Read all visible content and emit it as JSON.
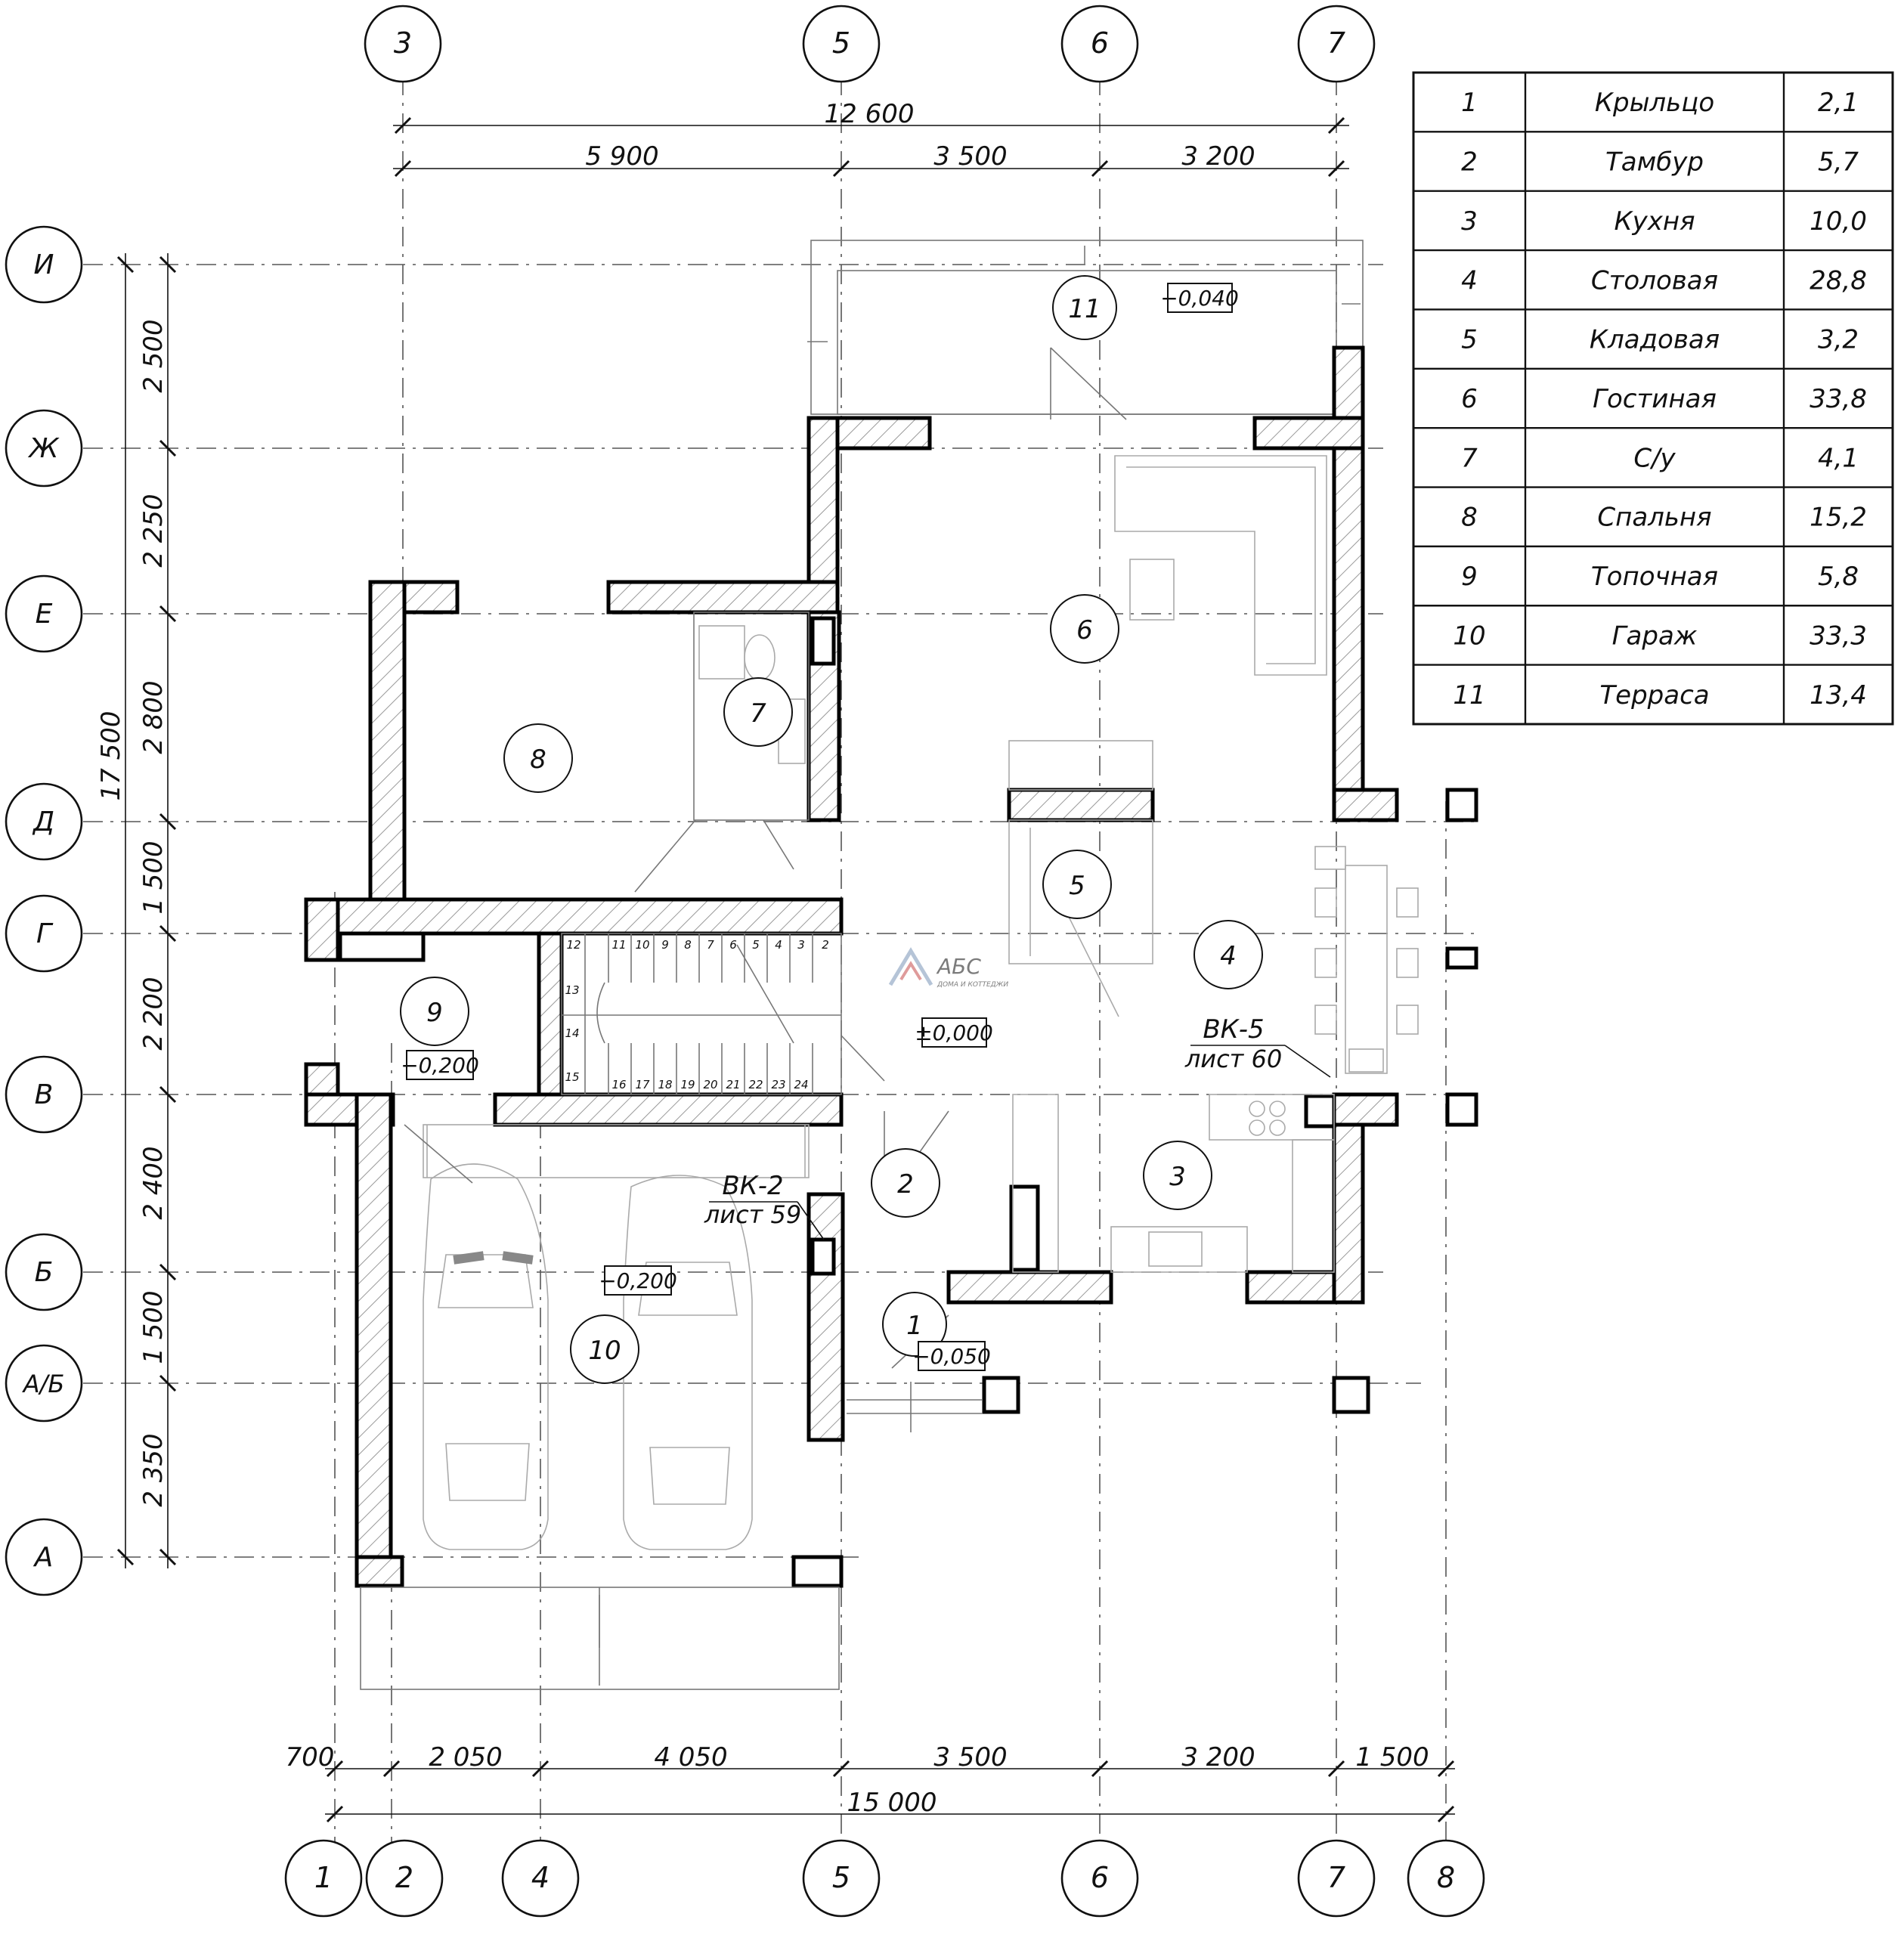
{
  "axes_top": [
    "3",
    "5",
    "6",
    "7"
  ],
  "axes_bottom": [
    "1",
    "2",
    "4",
    "5",
    "6",
    "7",
    "8"
  ],
  "axes_left": [
    "И",
    "Ж",
    "Е",
    "Д",
    "Г",
    "В",
    "Б",
    "А/Б",
    "А"
  ],
  "dims_top": {
    "overall": "12 600",
    "segments": [
      "5 900",
      "3 500",
      "3 200"
    ]
  },
  "dims_bottom": {
    "overall": "15 000",
    "segments": [
      "700",
      "2 050",
      "4 050",
      "3 500",
      "3 200",
      "1 500"
    ]
  },
  "dims_left": {
    "overall": "17 500",
    "segments": [
      "2 500",
      "2 250",
      "2 800",
      "1 500",
      "2 200",
      "2 400",
      "1 500",
      "2 350"
    ]
  },
  "room_numbers": [
    "1",
    "2",
    "3",
    "4",
    "5",
    "6",
    "7",
    "8",
    "9",
    "10",
    "11"
  ],
  "levels": {
    "terrace": "−0,040",
    "main": "±0,000",
    "boiler": "−0,200",
    "garage": "−0,200",
    "porch": "−0,050"
  },
  "references": {
    "vk5_title": "ВК-5",
    "vk5_sheet": "лист 60",
    "vk2_title": "ВК-2",
    "vk2_sheet": "лист 59"
  },
  "stair_numbers": [
    "12",
    "11",
    "10",
    "9",
    "8",
    "7",
    "6",
    "5",
    "4",
    "3",
    "2",
    "13",
    "14",
    "15",
    "16",
    "17",
    "18",
    "19",
    "20",
    "21",
    "22",
    "23",
    "24"
  ],
  "watermark": {
    "name": "АБС",
    "tagline": "ДОМА И КОТТЕДЖИ"
  },
  "rooms_table": [
    {
      "no": "1",
      "name": "Крыльцо",
      "area": "2,1"
    },
    {
      "no": "2",
      "name": "Тамбур",
      "area": "5,7"
    },
    {
      "no": "3",
      "name": "Кухня",
      "area": "10,0"
    },
    {
      "no": "4",
      "name": "Столовая",
      "area": "28,8"
    },
    {
      "no": "5",
      "name": "Кладовая",
      "area": "3,2"
    },
    {
      "no": "6",
      "name": "Гостиная",
      "area": "33,8"
    },
    {
      "no": "7",
      "name": "С/у",
      "area": "4,1"
    },
    {
      "no": "8",
      "name": "Спальня",
      "area": "15,2"
    },
    {
      "no": "9",
      "name": "Топочная",
      "area": "5,8"
    },
    {
      "no": "10",
      "name": "Гараж",
      "area": "33,3"
    },
    {
      "no": "11",
      "name": "Терраса",
      "area": "13,4"
    }
  ]
}
